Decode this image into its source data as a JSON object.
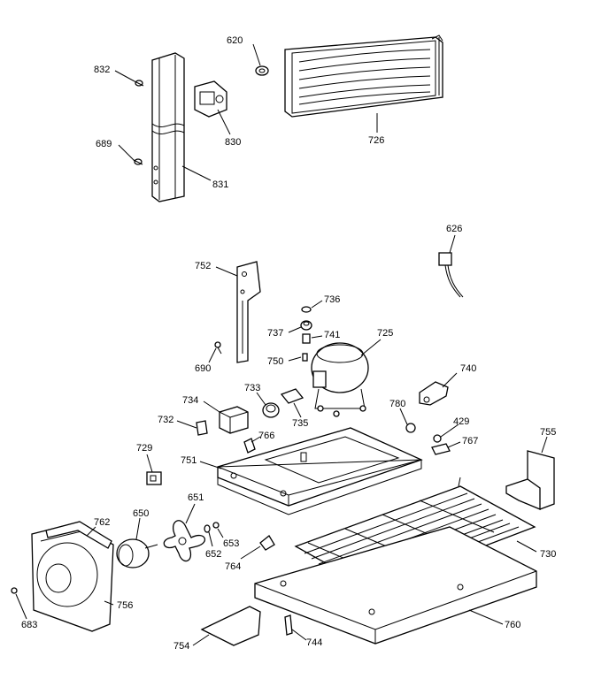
{
  "diagram": {
    "callouts": [
      {
        "id": "620",
        "text": "620"
      },
      {
        "id": "832",
        "text": "832"
      },
      {
        "id": "830",
        "text": "830"
      },
      {
        "id": "726",
        "text": "726"
      },
      {
        "id": "689",
        "text": "689"
      },
      {
        "id": "831",
        "text": "831"
      },
      {
        "id": "626",
        "text": "626"
      },
      {
        "id": "752",
        "text": "752"
      },
      {
        "id": "736",
        "text": "736"
      },
      {
        "id": "737",
        "text": "737"
      },
      {
        "id": "741",
        "text": "741"
      },
      {
        "id": "725",
        "text": "725"
      },
      {
        "id": "690",
        "text": "690"
      },
      {
        "id": "750",
        "text": "750"
      },
      {
        "id": "740",
        "text": "740"
      },
      {
        "id": "734",
        "text": "734"
      },
      {
        "id": "733",
        "text": "733"
      },
      {
        "id": "735",
        "text": "735"
      },
      {
        "id": "780",
        "text": "780"
      },
      {
        "id": "732",
        "text": "732"
      },
      {
        "id": "766",
        "text": "766"
      },
      {
        "id": "429",
        "text": "429"
      },
      {
        "id": "755",
        "text": "755"
      },
      {
        "id": "767",
        "text": "767"
      },
      {
        "id": "729",
        "text": "729"
      },
      {
        "id": "751",
        "text": "751"
      },
      {
        "id": "651",
        "text": "651"
      },
      {
        "id": "762",
        "text": "762"
      },
      {
        "id": "650",
        "text": "650"
      },
      {
        "id": "653",
        "text": "653"
      },
      {
        "id": "652",
        "text": "652"
      },
      {
        "id": "764",
        "text": "764"
      },
      {
        "id": "730",
        "text": "730"
      },
      {
        "id": "756",
        "text": "756"
      },
      {
        "id": "683",
        "text": "683"
      },
      {
        "id": "760",
        "text": "760"
      },
      {
        "id": "754",
        "text": "754"
      },
      {
        "id": "744",
        "text": "744"
      }
    ]
  }
}
